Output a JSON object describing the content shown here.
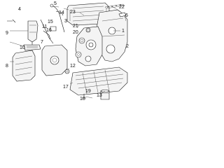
{
  "callouts": {
    "c1": "1",
    "c2": "2",
    "c3": "3",
    "c4": "4",
    "c5": "5",
    "c6": "6",
    "c7": "7",
    "c8": "8",
    "c9": "9",
    "c10": "10",
    "c11": "11",
    "c12": "12",
    "c13": "13",
    "c14": "14",
    "c15": "15",
    "c16": "16",
    "c17": "17",
    "c18": "18",
    "c19": "19",
    "c20": "20",
    "c21": "21",
    "c22": "22",
    "c23": "23"
  },
  "accent_color": "#1a1a1a"
}
